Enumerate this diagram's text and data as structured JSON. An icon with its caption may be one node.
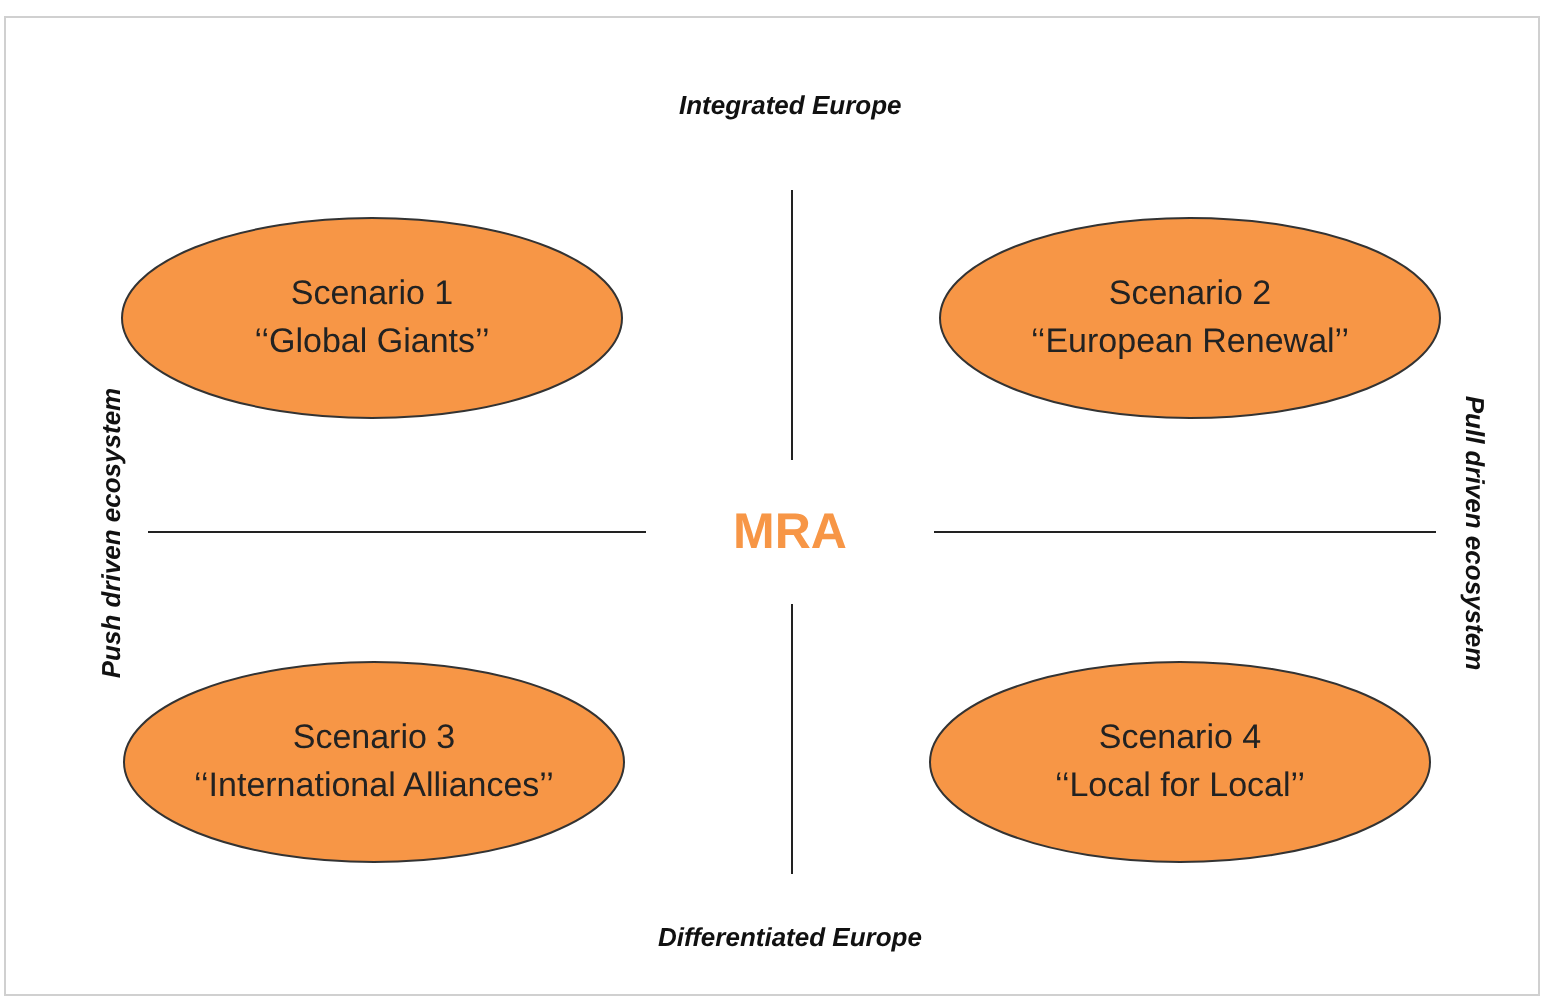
{
  "diagram": {
    "nodes": [
      {
        "text": [
          "Scenario 1",
          "‘‘Global Giants’’"
        ]
      },
      {
        "text": [
          "Scenario 2",
          "‘‘European Renewal’’"
        ]
      },
      {
        "text": [
          "Scenario 3",
          "‘‘International Alliances’’"
        ]
      },
      {
        "text": [
          "Scenario 4",
          "‘‘Local for Local’’"
        ]
      }
    ],
    "edges": [],
    "labels": [
      "Integrated Europe",
      "Push driven ecosystem",
      "MRA",
      "Pull driven ecosystem",
      "Differentiated Europe"
    ]
  }
}
